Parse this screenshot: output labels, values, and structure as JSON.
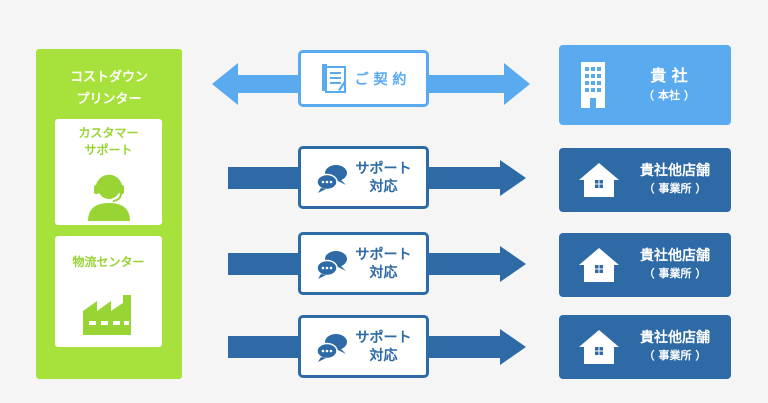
{
  "left_panel": {
    "title_line1": "コストダウン",
    "title_line2": "プリンター",
    "customer_support_line1": "カスタマー",
    "customer_support_line2": "サポート",
    "logistics_center": "物流センター"
  },
  "contract": {
    "label": "ご 契 約",
    "icon": "document-icon"
  },
  "support_rows": [
    {
      "line1": "サポート",
      "line2": "対応",
      "icon": "chat-bubbles-icon"
    },
    {
      "line1": "サポート",
      "line2": "対応",
      "icon": "chat-bubbles-icon"
    },
    {
      "line1": "サポート",
      "line2": "対応",
      "icon": "chat-bubbles-icon"
    }
  ],
  "headquarters": {
    "line1": "貴 社",
    "line2": "（ 本社 ）",
    "icon": "office-building-icon"
  },
  "branches": [
    {
      "line1": "貴社他店舗",
      "line2": "（ 事業所 ）",
      "icon": "house-icon"
    },
    {
      "line1": "貴社他店舗",
      "line2": "（ 事業所 ）",
      "icon": "house-icon"
    },
    {
      "line1": "貴社他店舗",
      "line2": "（ 事業所 ）",
      "icon": "house-icon"
    }
  ],
  "colors": {
    "left_green": "#a6e23b",
    "light_blue": "#5aaaf0",
    "dark_blue": "#2d6aa6",
    "background": "#f5f5f5"
  }
}
